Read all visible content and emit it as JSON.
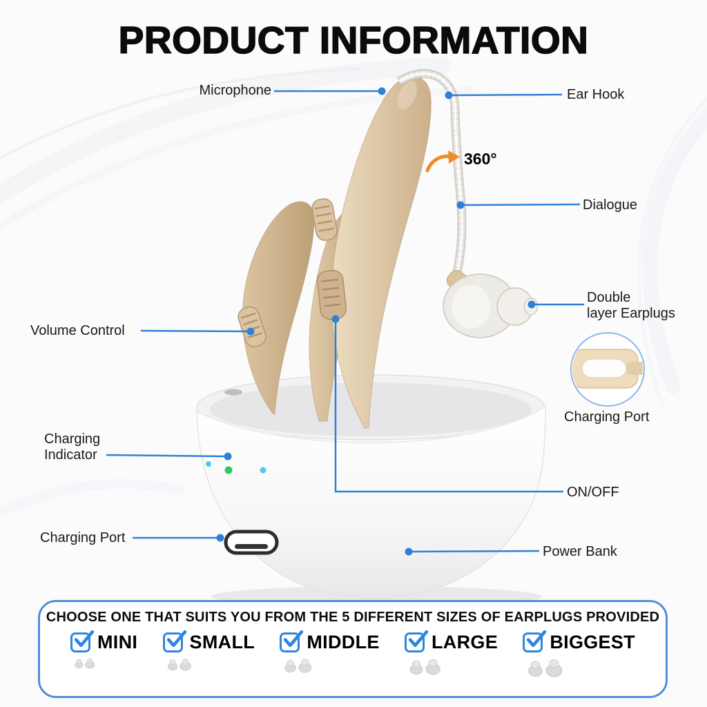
{
  "title": "PRODUCT INFORMATION",
  "callouts": {
    "microphone": "Microphone",
    "ear_hook": "Ear Hook",
    "rotation": "360°",
    "dialogue": "Dialogue",
    "double_layer_earplugs": "Double\nlayer Earplugs",
    "charging_port_right": "Charging Port",
    "volume_control": "Volume Control",
    "charging_indicator": "Charging\nIndicator",
    "on_off": "ON/OFF",
    "charging_port_left": "Charging Port",
    "power_bank": "Power Bank"
  },
  "sizes_panel": {
    "heading": "CHOOSE ONE THAT SUITS YOU FROM THE 5 DIFFERENT SIZES OF EARPLUGS PROVIDED",
    "options": [
      {
        "label": "MINI",
        "checked": true
      },
      {
        "label": "SMALL",
        "checked": true
      },
      {
        "label": "MIDDLE",
        "checked": true
      },
      {
        "label": "LARGE",
        "checked": true
      },
      {
        "label": "BIGGEST",
        "checked": true
      }
    ]
  },
  "colors": {
    "accent_blue": "#2f80d6",
    "checkbox_blue": "#2e86de",
    "panel_border": "#4a90d9",
    "arrow_orange": "#f08a24",
    "device_beige": "#d9c3a3",
    "led_green": "#2fc95e",
    "led_cyan": "#4ec9ea"
  }
}
